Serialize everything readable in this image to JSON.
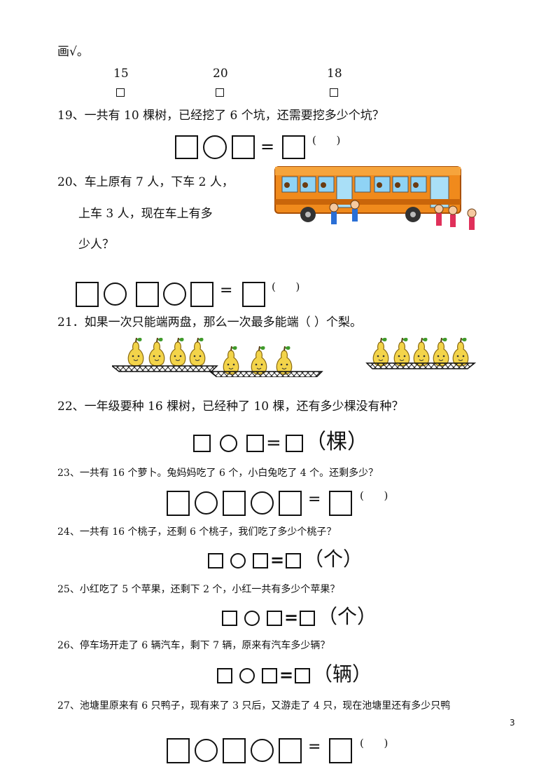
{
  "header_fragment": "画√。",
  "choices": [
    "15",
    "20",
    "18"
  ],
  "q19": {
    "text": "19、一共有 10 棵树，已经挖了 6 个坑，还需要挖多少个坑？",
    "eq": "=",
    "paren": "(      )"
  },
  "q20": {
    "line1": "20、车上原有 7 人，下车 2 人，",
    "line2": "上车 3 人，现在车上有多",
    "line3": "少人？",
    "eq": "=",
    "paren": "(      )"
  },
  "q21": {
    "text": "21．如果一次只能端两盘，那么一次最多能端（     ）个梨。"
  },
  "q22": {
    "text": "22、一年级要种 16 棵树，已经种了 10 棵，还有多少棵没有种？",
    "eq": "=",
    "unit": "（棵）"
  },
  "q23": {
    "text": "23、一共有 16 个萝卜。兔妈妈吃了 6 个，小白兔吃了 4 个。还剩多少？",
    "eq": "=",
    "paren": "(      )"
  },
  "q24": {
    "text": "24、一共有 16 个桃子，还剩 6 个桃子，我们吃了多少个桃子？",
    "eq": "=",
    "unit": "（个）"
  },
  "q25": {
    "text": "25、小红吃了 5 个苹果，还剩下 2 个，小红一共有多少个苹果？",
    "eq": "=",
    "unit": "（个）"
  },
  "q26": {
    "text": "26、停车场开走了 6 辆汽车，剩下 7 辆，原来有汽车多少辆？",
    "eq": "=",
    "unit": "（辆）"
  },
  "q27": {
    "text": "27、池塘里原来有 6 只鸭子，现有来了 3 只后，又游走了 4 只，现在池塘里还有多少只鸭",
    "eq": "=",
    "paren": "(      )"
  },
  "page_number": "3"
}
